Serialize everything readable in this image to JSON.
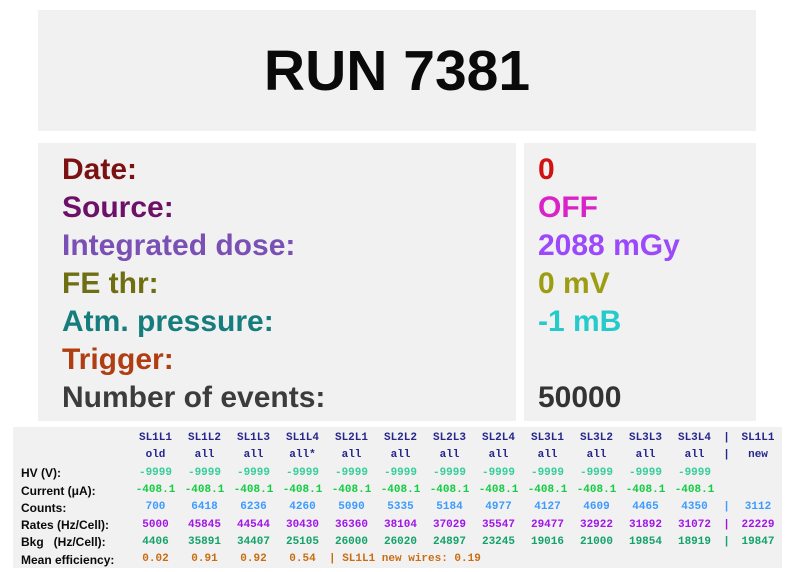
{
  "colors": {
    "page_bg": "#ffffff",
    "panel_bg": "#f1f1f1",
    "title": "#0a0a0a",
    "table_header": "#26268c",
    "row_label": "#0a0a0a"
  },
  "header": {
    "title": "RUN 7381"
  },
  "info": {
    "rows": [
      {
        "label": "Date:",
        "value": "0",
        "label_color": "#7b1113",
        "value_color": "#cf1212"
      },
      {
        "label": "Source:",
        "value": "OFF",
        "label_color": "#6d1168",
        "value_color": "#db21c8"
      },
      {
        "label": "Integrated dose:",
        "value": "2088 mGy",
        "label_color": "#7b50b5",
        "value_color": "#9b49fb"
      },
      {
        "label": "FE thr:",
        "value": "0 mV",
        "label_color": "#6e6e12",
        "value_color": "#9d9d13"
      },
      {
        "label": "Atm. pressure:",
        "value": "-1 mB",
        "label_color": "#157d7d",
        "value_color": "#25cbcb"
      },
      {
        "label": "Trigger:",
        "value": "",
        "label_color": "#b13e12",
        "value_color": "#b13e12"
      },
      {
        "label": "Number of events:",
        "value": "50000",
        "label_color": "#3c3c3c",
        "value_color": "#333333"
      }
    ]
  },
  "table": {
    "separator": "|",
    "columns": [
      "SL1L1",
      "SL1L2",
      "SL1L3",
      "SL1L4",
      "SL2L1",
      "SL2L2",
      "SL2L3",
      "SL2L4",
      "SL3L1",
      "SL3L2",
      "SL3L3",
      "SL3L4"
    ],
    "sub_columns": [
      "old",
      "all",
      "all",
      "all*",
      "all",
      "all",
      "all",
      "all",
      "all",
      "all",
      "all",
      "all"
    ],
    "extra_column": {
      "name": "SL1L1",
      "sub": "new"
    },
    "rows": [
      {
        "label": "HV (V):",
        "color": "#36cf9a",
        "values": [
          "-9999",
          "-9999",
          "-9999",
          "-9999",
          "-9999",
          "-9999",
          "-9999",
          "-9999",
          "-9999",
          "-9999",
          "-9999",
          "-9999"
        ],
        "extra": ""
      },
      {
        "label": "Current (μA):",
        "color": "#13cd42",
        "values": [
          "-408.1",
          "-408.1",
          "-408.1",
          "-408.1",
          "-408.1",
          "-408.1",
          "-408.1",
          "-408.1",
          "-408.1",
          "-408.1",
          "-408.1",
          "-408.1"
        ],
        "extra": ""
      },
      {
        "label": "Counts:",
        "color": "#3d9bfd",
        "values": [
          "700",
          "6418",
          "6236",
          "4260",
          "5090",
          "5335",
          "5184",
          "4977",
          "4127",
          "4609",
          "4465",
          "4350"
        ],
        "extra": "3112"
      },
      {
        "label": "Rates (Hz/Cell):",
        "color": "#a214e8",
        "values": [
          "5000",
          "45845",
          "44544",
          "30430",
          "36360",
          "38104",
          "37029",
          "35547",
          "29477",
          "32922",
          "31892",
          "31072"
        ],
        "extra": "22229"
      },
      {
        "label": "Bkg   (Hz/Cell):",
        "color": "#12a36b",
        "values": [
          "4406",
          "35891",
          "34407",
          "25105",
          "26000",
          "26020",
          "24897",
          "23245",
          "19016",
          "21000",
          "19854",
          "18919"
        ],
        "extra": "19847"
      },
      {
        "label": "Mean efficiency:",
        "color": "#c96d12",
        "values": [
          "0.02",
          "0.91",
          "0.92",
          "0.54"
        ],
        "note": "| SL1L1 new wires: 0.19"
      }
    ]
  }
}
